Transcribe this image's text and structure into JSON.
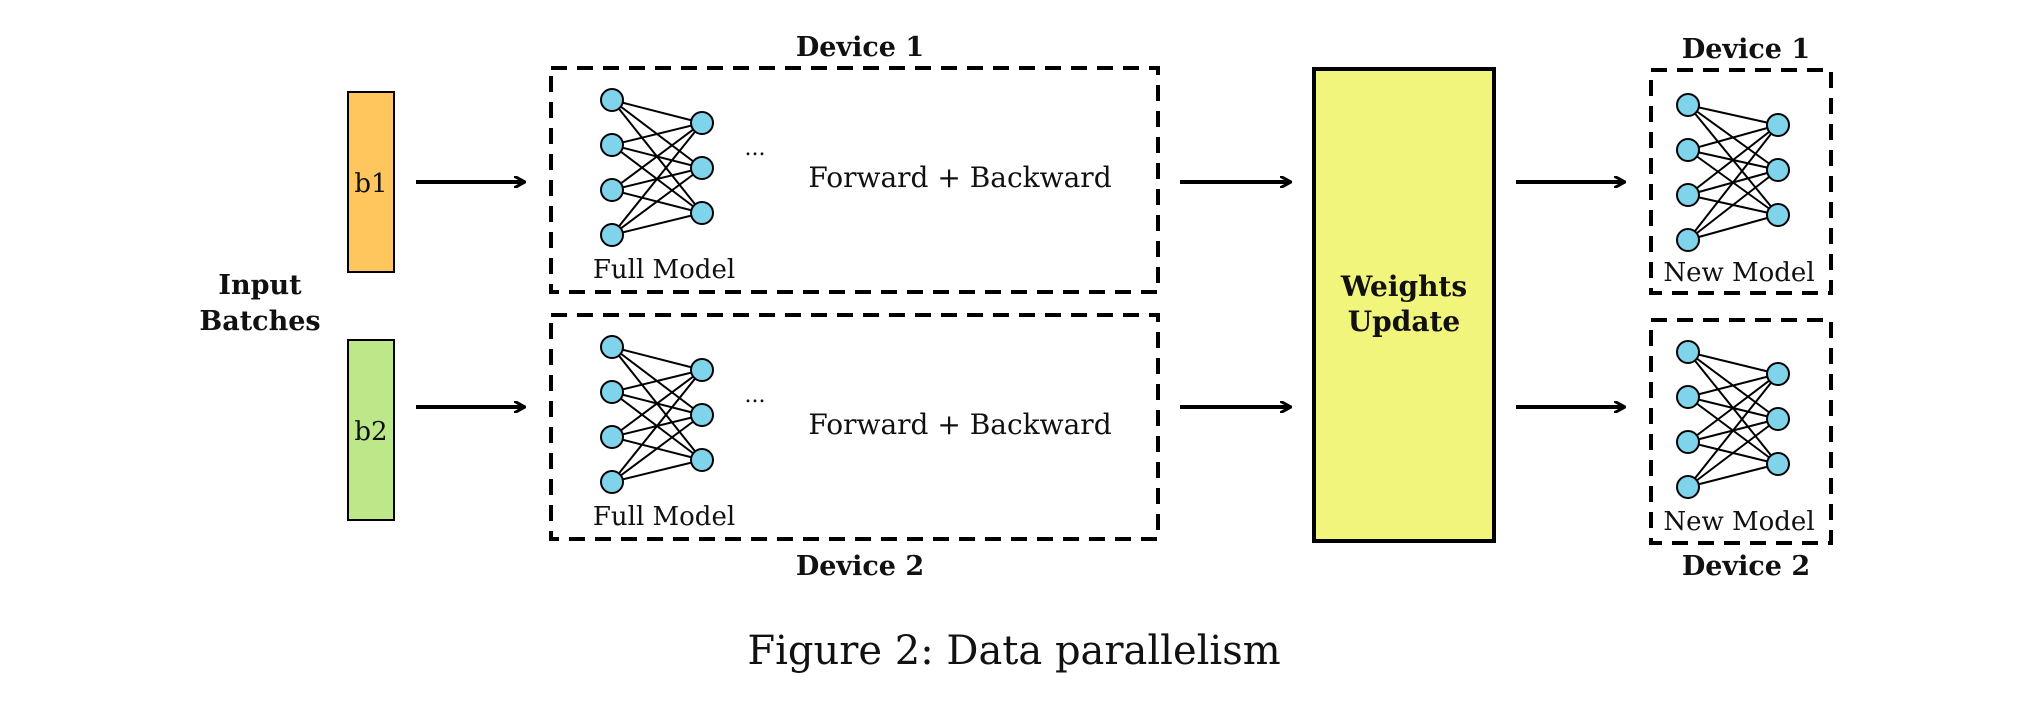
{
  "input": {
    "label_line1": "Input",
    "label_line2": "Batches",
    "batches": [
      {
        "label": "b1",
        "color": "#FFC65E"
      },
      {
        "label": "b2",
        "color": "#BDE88A"
      }
    ]
  },
  "devices": [
    {
      "title": "Device 1",
      "model_label": "Full Model",
      "ellipsis": "...",
      "process_label": "Forward + Backward"
    },
    {
      "title": "Device 2",
      "model_label": "Full Model",
      "ellipsis": "...",
      "process_label": "Forward + Backward"
    }
  ],
  "update": {
    "line1": "Weights",
    "line2": "Update",
    "color": "#F1F57C"
  },
  "new_devices": [
    {
      "title": "Device 1",
      "model_label": "New Model"
    },
    {
      "title": "Device 2",
      "model_label": "New Model"
    }
  ],
  "caption": "Figure 2: Data parallelism",
  "colors": {
    "node_fill": "#7FD3EA",
    "stroke": "#000000"
  }
}
